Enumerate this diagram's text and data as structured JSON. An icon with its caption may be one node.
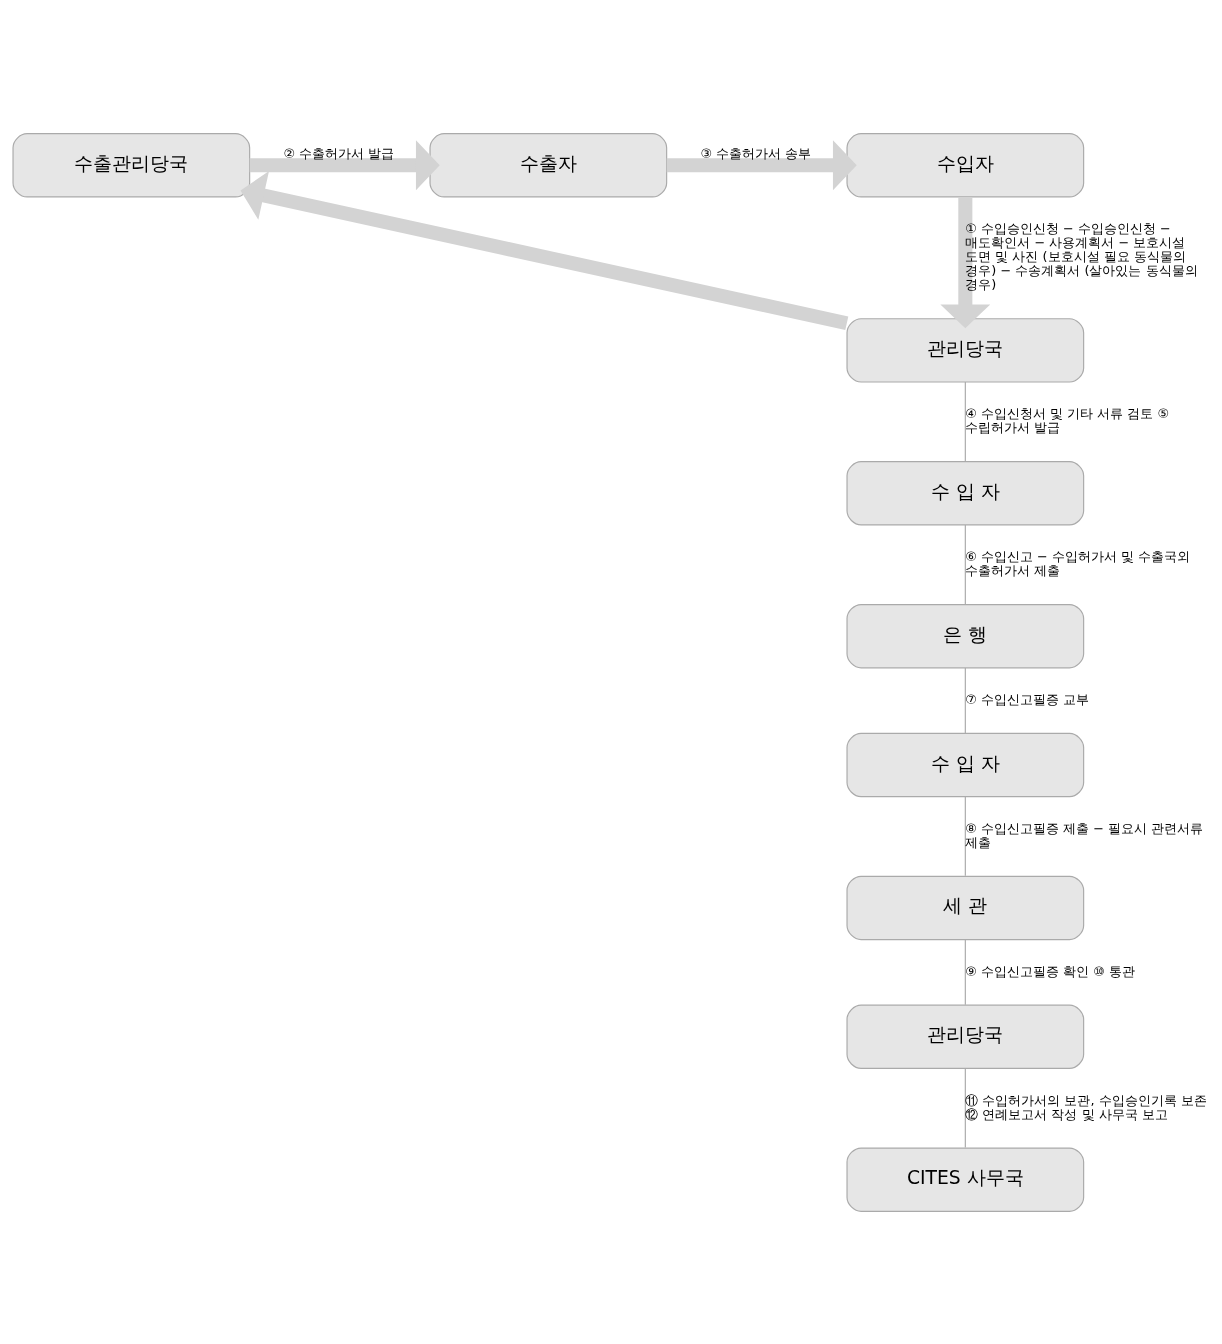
{
  "diagram": {
    "nodes": [
      {
        "text": [
          "수출관리당국"
        ]
      },
      {
        "text": [
          "수출자"
        ]
      },
      {
        "text": [
          "수입자"
        ]
      },
      {
        "text": [
          "관리당국"
        ]
      },
      {
        "text": [
          "수 입 자"
        ]
      },
      {
        "text": [
          "은 행"
        ]
      },
      {
        "text": [
          "수 입 자"
        ]
      },
      {
        "text": [
          "세 관"
        ]
      },
      {
        "text": [
          "관리당국"
        ]
      },
      {
        "text": [
          "CITES 사무국"
        ]
      }
    ],
    "edges": [
      {
        "from": 0,
        "to": 1,
        "arrow": "to",
        "label": "② 수출허가서 발급",
        "style": "thick",
        "color": "#d3d3d3"
      },
      {
        "from": 1,
        "to": 2,
        "arrow": "to",
        "label": "③ 수출허가서 송부",
        "style": "thick",
        "color": "#d3d3d3"
      },
      {
        "from": 2,
        "to": 3,
        "arrow": "to",
        "label": "① 수입승인신청 − 수입승인신청 − 매도확인서 − 사용계획서 − 보호시설 도면 및 사진 (보호시설 필요 동식물의 경우) − 수송계획서 (살아있는 동식물의 경우)",
        "style": "thick",
        "color": "#d3d3d3"
      },
      {
        "from": 3,
        "to": 0,
        "arrow": "to",
        "style": "thick",
        "color": "#d3d3d3"
      },
      {
        "from": 3,
        "to": 4,
        "arrow": "none",
        "label": "④ 수입신청서 및 기타 서류 검토 ⑤ 수립허가서 발급"
      },
      {
        "from": 4,
        "to": 5,
        "arrow": "none",
        "label": "⑥ 수입신고 − 수입허가서 및 수출국외 수출허가서 제출"
      },
      {
        "from": 5,
        "to": 6,
        "arrow": "none",
        "label": "⑦ 수입신고필증 교부"
      },
      {
        "from": 6,
        "to": 7,
        "arrow": "none",
        "label": "⑧ 수입신고필증 제출 − 필요시 관련서류 제출"
      },
      {
        "from": 7,
        "to": 8,
        "arrow": "none",
        "label": "⑨ 수입신고필증 확인 ⑩ 통관"
      },
      {
        "from": 8,
        "to": 9,
        "arrow": "none",
        "label": "⑪ 수입허가서의 보관, 수입승인기록 보존 ⑫ 연례보고서 작성 및 사무국 보고"
      }
    ]
  }
}
